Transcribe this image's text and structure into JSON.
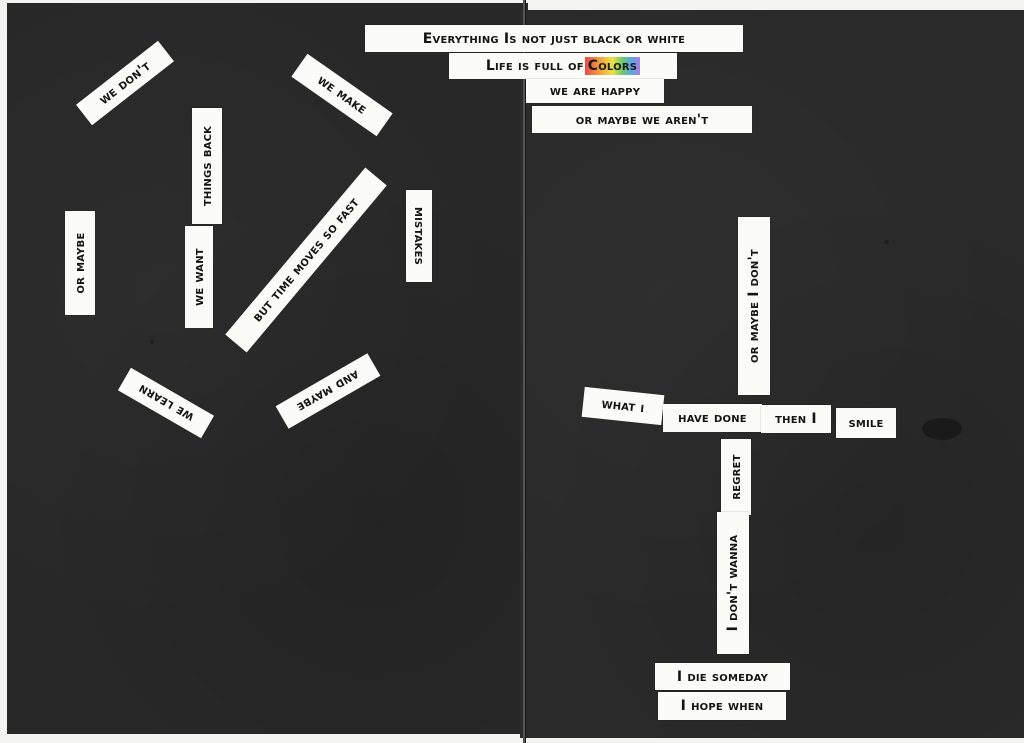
{
  "colors": {
    "paper_black": "#282828",
    "strip_white": "#fbfbf8",
    "ink": "#141414",
    "rainbow": [
      "#e8484b",
      "#f4a23c",
      "#ebe347",
      "#6fc96a",
      "#5aa8e6",
      "#a97ee0"
    ]
  },
  "left_page": {
    "we_dont": "We don't",
    "we_make": "We make",
    "things_back": "Things back",
    "we_want": "We want",
    "or_maybe": "Or maybe",
    "but_time": "But time moves so fast",
    "mistakes": "Mistakes",
    "we_learn": "We learn",
    "and_maybe": "And maybe"
  },
  "right_page": {
    "line1": "Everything Is not just black or white",
    "line2_prefix": "Life is full of",
    "line2_colors": "Colors",
    "line3": "we are happy",
    "line4": "or maybe we aren't",
    "or_maybe_i_dont": "or maybe I don't",
    "what_i": "what I",
    "have_done": "have done",
    "then_i": "then I",
    "smile": "smile",
    "regret": "regret",
    "i_dont_wanna": "I don't wanna",
    "i_die_someday": "I die someday",
    "i_hope_when": "I hope when"
  }
}
